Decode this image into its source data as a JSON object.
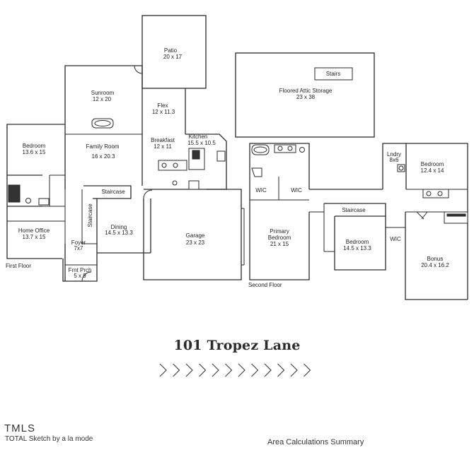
{
  "floorplan": {
    "title": "101 Tropez Lane",
    "floor_labels": {
      "first": "First Floor",
      "second": "Second Floor"
    },
    "rooms": {
      "patio": {
        "name": "Patio",
        "dims": "20 x 17"
      },
      "sunroom": {
        "name": "Sunroom",
        "dims": "12 x 20"
      },
      "flex": {
        "name": "Flex",
        "dims": "12 x 11.3"
      },
      "bedroom_first": {
        "name": "Bedroom",
        "dims": "13.6 x 15"
      },
      "family_room": {
        "name": "Family Room",
        "dims": "16 x 20.3"
      },
      "breakfast": {
        "name": "Breakfast",
        "dims": "12 x 11"
      },
      "kitchen": {
        "name": "Kitchen",
        "dims": "15.5 x 10.5"
      },
      "home_office": {
        "name": "Home Office",
        "dims": "13.7 x 15"
      },
      "foyer": {
        "name": "Foyer",
        "dims": "7x7"
      },
      "dining": {
        "name": "Dining",
        "dims": "14.5 x 13.3"
      },
      "garage": {
        "name": "Garage",
        "dims": "23 x 23"
      },
      "front_porch": {
        "name": "Frnt Prch",
        "dims": "5 x 9"
      },
      "attic": {
        "name": "Floored Attic Storage",
        "dims": "23 x 38"
      },
      "primary_bedroom": {
        "name": "Primary",
        "name2": "Bedroom",
        "dims": "21 x 15"
      },
      "laundry": {
        "name": "Lndry",
        "dims": "8x6"
      },
      "bedroom_upper_right": {
        "name": "Bedroom",
        "dims": "12.4 x 14"
      },
      "bedroom_upper_mid": {
        "name": "Bedroom",
        "dims": "14.5 x 13.3"
      },
      "bonus": {
        "name": "Bonus",
        "dims": "20.4 x 16.2"
      }
    },
    "labels": {
      "staircase": "Staircase",
      "stairs": "Stairs",
      "wic": "WIC"
    }
  },
  "footer": {
    "logo": "TMLS",
    "credit": "TOTAL Sketch by a la mode",
    "summary": "Area Calculations Summary"
  },
  "chevron_count": 12
}
